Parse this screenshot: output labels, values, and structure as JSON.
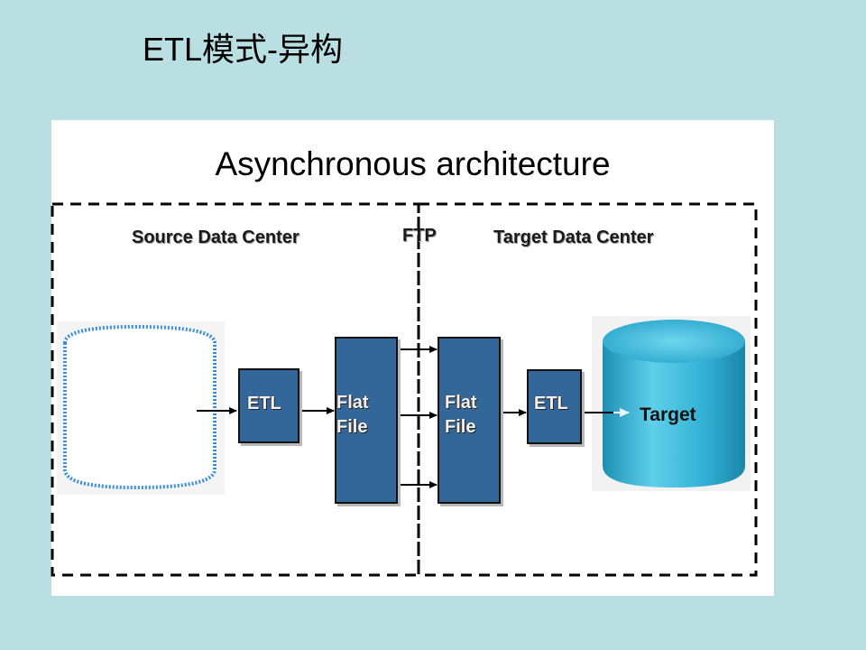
{
  "slide": {
    "title": "ETL模式-异构"
  },
  "diagram": {
    "title": "Asynchronous architecture",
    "source_region": "Source Data Center",
    "transfer_label": "FTP",
    "target_region": "Target Data Center",
    "source_etl": "ETL",
    "source_flat_file": [
      "Flat",
      "File"
    ],
    "target_flat_file": [
      "Flat",
      "File"
    ],
    "target_etl": "ETL",
    "target_db": "Target"
  },
  "colors": {
    "background": "#b9dfe3",
    "box_fill": "#336699",
    "cylinder": "#38b4d6"
  }
}
